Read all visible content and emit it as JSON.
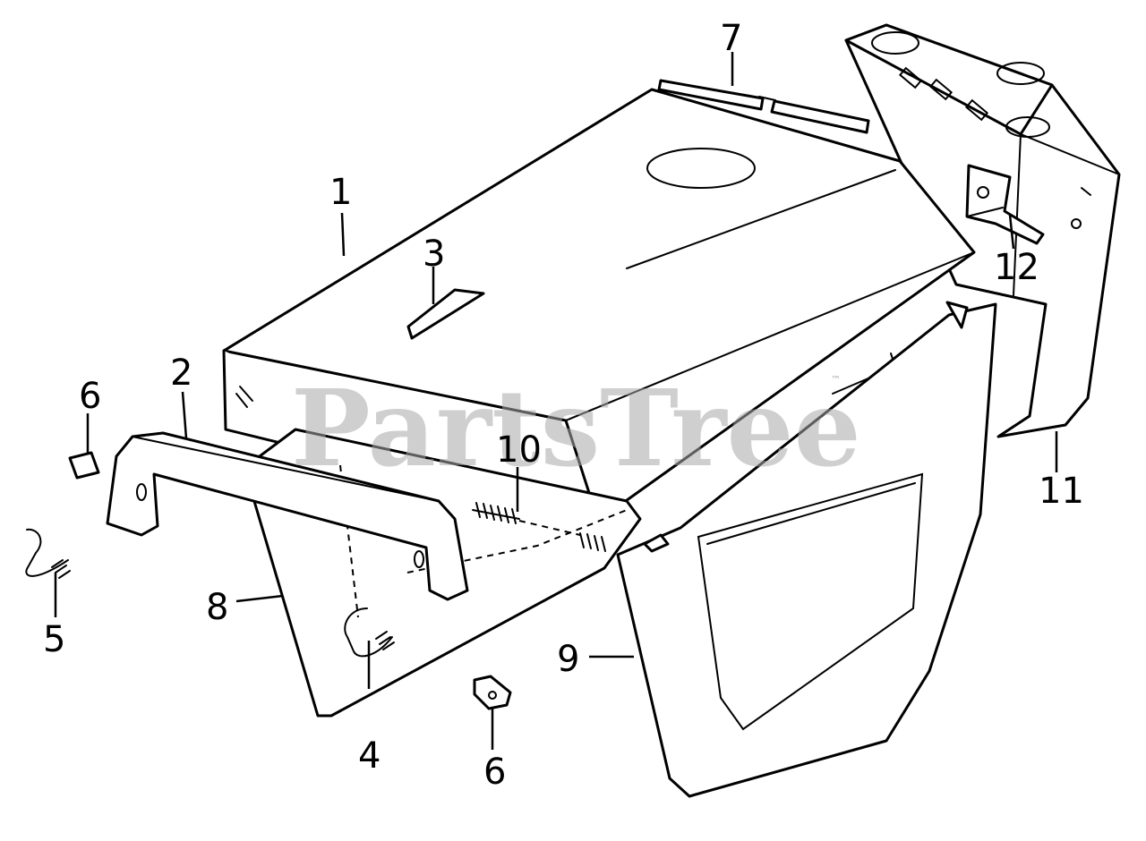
{
  "watermark": {
    "text": "PartsTree",
    "trademark": "™"
  },
  "callouts": [
    {
      "id": "c1",
      "label": "1"
    },
    {
      "id": "c2",
      "label": "2"
    },
    {
      "id": "c3",
      "label": "3"
    },
    {
      "id": "c4",
      "label": "4"
    },
    {
      "id": "c5",
      "label": "5"
    },
    {
      "id": "c6a",
      "label": "6"
    },
    {
      "id": "c6b",
      "label": "6"
    },
    {
      "id": "c7",
      "label": "7"
    },
    {
      "id": "c8",
      "label": "8"
    },
    {
      "id": "c9",
      "label": "9"
    },
    {
      "id": "c10",
      "label": "10"
    },
    {
      "id": "c11",
      "label": "11"
    },
    {
      "id": "c12",
      "label": "12"
    }
  ]
}
